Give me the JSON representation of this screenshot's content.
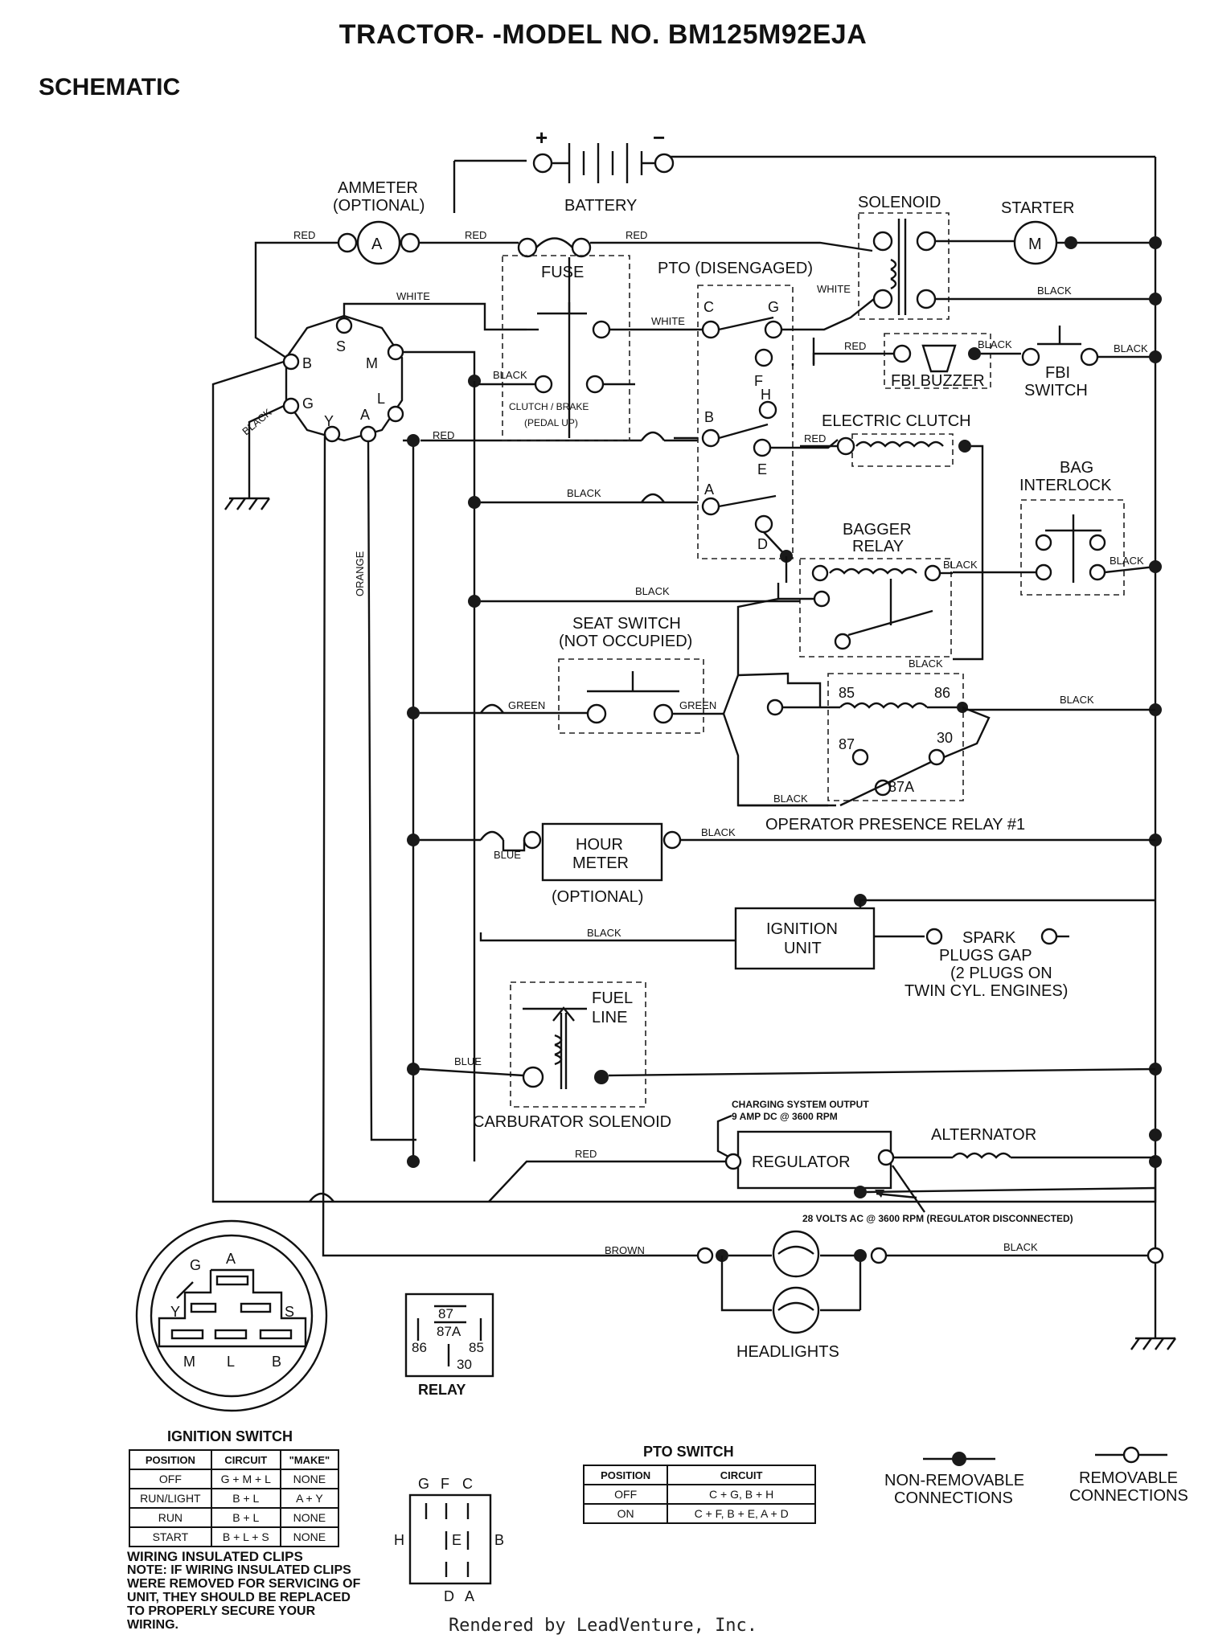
{
  "title": "TRACTOR- -MODEL NO. BM125M92EJA",
  "subtitle": "SCHEMATIC",
  "labels": {
    "battery": "BATTERY",
    "ammeter": "AMMETER",
    "ammeter_opt": "(OPTIONAL)",
    "ammeter_letter": "A",
    "solenoid": "SOLENOID",
    "starter": "STARTER",
    "starter_letter": "M",
    "fuse": "FUSE",
    "pto": "PTO (DISENGAGED)",
    "clutch_brake_1": "CLUTCH / BRAKE",
    "clutch_brake_2": "(PEDAL UP)",
    "fbi_buzzer": "FBI BUZZER",
    "fbi_switch_1": "FBI",
    "fbi_switch_2": "SWITCH",
    "electric_clutch": "ELECTRIC CLUTCH",
    "bag_interlock_1": "BAG",
    "bag_interlock_2": "INTERLOCK",
    "bagger_relay_1": "BAGGER",
    "bagger_relay_2": "RELAY",
    "seat_switch_1": "SEAT SWITCH",
    "seat_switch_2": "(NOT OCCUPIED)",
    "op_relay": "OPERATOR PRESENCE RELAY #1",
    "hour_meter_1": "HOUR",
    "hour_meter_2": "METER",
    "hour_meter_opt": "(OPTIONAL)",
    "ignition_unit_1": "IGNITION",
    "ignition_unit_2": "UNIT",
    "spark_1": "SPARK",
    "spark_2": "PLUGS GAP",
    "spark_3": "(2 PLUGS ON",
    "spark_4": "TWIN CYL. ENGINES)",
    "fuel_1": "FUEL",
    "fuel_2": "LINE",
    "carb": "CARBURATOR SOLENOID",
    "charging_1": "CHARGING SYSTEM OUTPUT",
    "charging_2": "9 AMP DC @ 3600 RPM",
    "regulator": "REGULATOR",
    "alternator": "ALTERNATOR",
    "volts_ac": "28 VOLTS AC @ 3600 RPM (REGULATOR DISCONNECTED)",
    "headlights": "HEADLIGHTS",
    "relay_caption": "RELAY",
    "non_removable_1": "NON-REMOVABLE",
    "non_removable_2": "CONNECTIONS",
    "removable_1": "REMOVABLE",
    "removable_2": "CONNECTIONS"
  },
  "terminals": {
    "ign": [
      "S",
      "B",
      "M",
      "G",
      "L",
      "Y",
      "A"
    ],
    "pto_pins": [
      "C",
      "G",
      "F",
      "H",
      "B",
      "E",
      "A",
      "D"
    ],
    "relay_pins": [
      "85",
      "86",
      "87",
      "30",
      "87A"
    ],
    "relay_icon_pins": [
      "87",
      "87A",
      "86",
      "85",
      "30"
    ],
    "ign_icon": [
      "G",
      "A",
      "Y",
      "S",
      "M",
      "L",
      "B"
    ],
    "pto_icon": [
      "G",
      "F",
      "C",
      "H",
      "E",
      "B",
      "D",
      "A"
    ]
  },
  "wires": {
    "red": "RED",
    "white": "WHITE",
    "black": "BLACK",
    "orange": "ORANGE",
    "green": "GREEN",
    "blue": "BLUE",
    "brown": "BROWN"
  },
  "ignition_table": {
    "caption": "IGNITION SWITCH",
    "headers": [
      "POSITION",
      "CIRCUIT",
      "\"MAKE\""
    ],
    "rows": [
      [
        "OFF",
        "G + M + L",
        "NONE"
      ],
      [
        "RUN/LIGHT",
        "B + L",
        "A + Y"
      ],
      [
        "RUN",
        "B + L",
        "NONE"
      ],
      [
        "START",
        "B + L + S",
        "NONE"
      ]
    ]
  },
  "pto_table": {
    "caption": "PTO SWITCH",
    "headers": [
      "POSITION",
      "CIRCUIT"
    ],
    "rows": [
      [
        "OFF",
        "C + G, B + H"
      ],
      [
        "ON",
        "C + F, B + E, A + D"
      ]
    ]
  },
  "note": {
    "heading": "WIRING INSULATED CLIPS",
    "text": "NOTE: IF WIRING INSULATED CLIPS WERE REMOVED FOR SERVICING OF UNIT, THEY SHOULD BE REPLACED TO PROPERLY SECURE YOUR WIRING."
  },
  "footer": "Rendered by LeadVenture, Inc.",
  "colors": {
    "ink": "#111111",
    "paper": "#ffffff"
  }
}
